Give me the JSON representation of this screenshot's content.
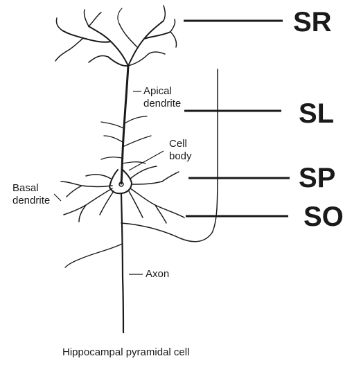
{
  "layers": [
    {
      "id": "sr",
      "label": "SR"
    },
    {
      "id": "sl",
      "label": "SL"
    },
    {
      "id": "sp",
      "label": "SP"
    },
    {
      "id": "so",
      "label": "SO"
    }
  ],
  "annotations": {
    "apical_line1": "Apical",
    "apical_line2": "dendrite",
    "cell_line1": "Cell",
    "cell_line2": "body",
    "basal_line1": "Basal",
    "basal_line2": "dendrite",
    "axon": "Axon"
  },
  "caption": "Hippocampal pyramidal cell",
  "colors": {
    "ink": "#1a1a1a",
    "background": "#ffffff"
  }
}
